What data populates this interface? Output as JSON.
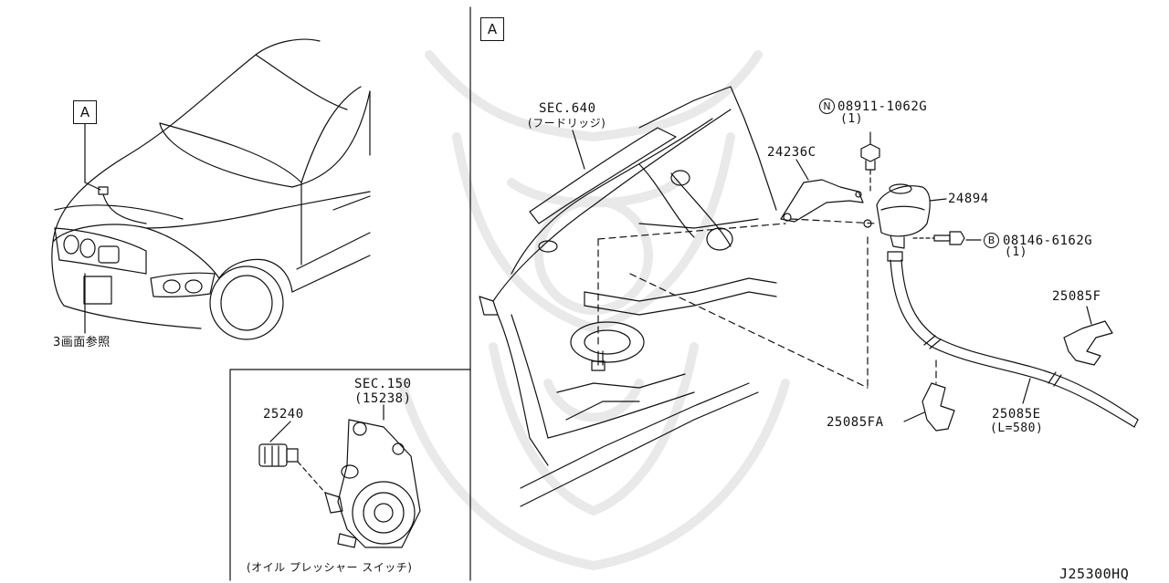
{
  "watermark": {
    "emblem": "samurai-helmet-icon"
  },
  "overview": {
    "view_ref": "A",
    "see_ref": "3画面参照"
  },
  "inset": {
    "sec_ref": "SEC.150",
    "sec_part": "(15238)",
    "switch_part": "25240",
    "caption": "(オイル プレッシャー スイッチ)"
  },
  "detail": {
    "view_ref": "A",
    "sec_ref": "SEC.640",
    "sec_name": "(フードリッジ)",
    "nut_symbol": "N",
    "nut_part": "08911-1062G",
    "nut_qty": "(1)",
    "bracket_part": "24236C",
    "sensor_part": "24894",
    "bolt_symbol": "B",
    "bolt_part": "08146-6162G",
    "bolt_qty": "(1)",
    "clip_part_upper": "25085F",
    "clip_part_lower": "25085FA",
    "harness_part": "25085E",
    "harness_length": "(L=580)"
  },
  "diagram_code": "J25300HQ"
}
